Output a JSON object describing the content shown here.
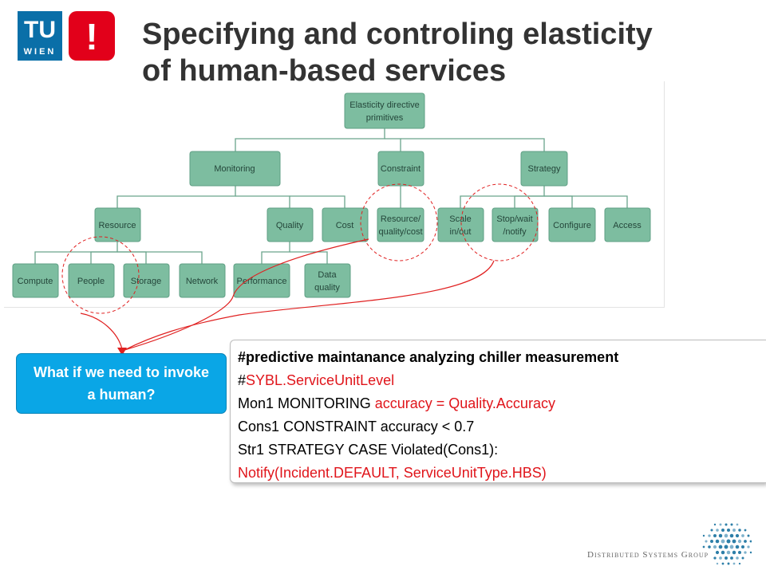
{
  "header": {
    "logo": {
      "top_text": "TU",
      "bottom_text": "WIEN",
      "mark": "!"
    },
    "title_line1": "Specifying and controling elasticity",
    "title_line2": "of human-based services"
  },
  "diagram": {
    "nodes": {
      "root": [
        "Elasticity directive",
        "primitives"
      ],
      "monitoring": [
        "Monitoring"
      ],
      "constraint": [
        "Constraint"
      ],
      "strategy": [
        "Strategy"
      ],
      "resource": [
        "Resource"
      ],
      "quality": [
        "Quality"
      ],
      "cost": [
        "Cost"
      ],
      "resource_quality_cost": [
        "Resource/",
        "quality/cost"
      ],
      "scale": [
        "Scale",
        "in/out"
      ],
      "stop_wait": [
        "Stop/wait",
        "/notify"
      ],
      "configure": [
        "Configure"
      ],
      "access": [
        "Access"
      ],
      "compute": [
        "Compute"
      ],
      "people": [
        "People"
      ],
      "storage": [
        "Storage"
      ],
      "network": [
        "Network"
      ],
      "performance": [
        "Performance"
      ],
      "data_quality": [
        "Data",
        "quality"
      ]
    }
  },
  "question": {
    "text": "What if we need to invoke a human?"
  },
  "code": {
    "line1": "#predictive maintanance analyzing chiller measurement",
    "line2_prefix": "#",
    "line2_red": "SYBL.ServiceUnitLevel",
    "line3_prefix": "Mon1 MONITORING ",
    "line3_red": "accuracy = Quality.Accuracy",
    "line4": "Cons1 CONSTRAINT accuracy < 0.7",
    "line5": "Str1 STRATEGY CASE Violated(Cons1):",
    "line6_red": "Notify(Incident.DEFAULT, ServiceUnitType.HBS)"
  },
  "footer": {
    "group_name": "Distributed Systems Group"
  },
  "colors": {
    "node_fill": "#7dbda0",
    "question_bg": "#0aa6e6",
    "highlight_red": "#e0151b",
    "logo_blue": "#006699",
    "logo_red": "#e2001a"
  }
}
